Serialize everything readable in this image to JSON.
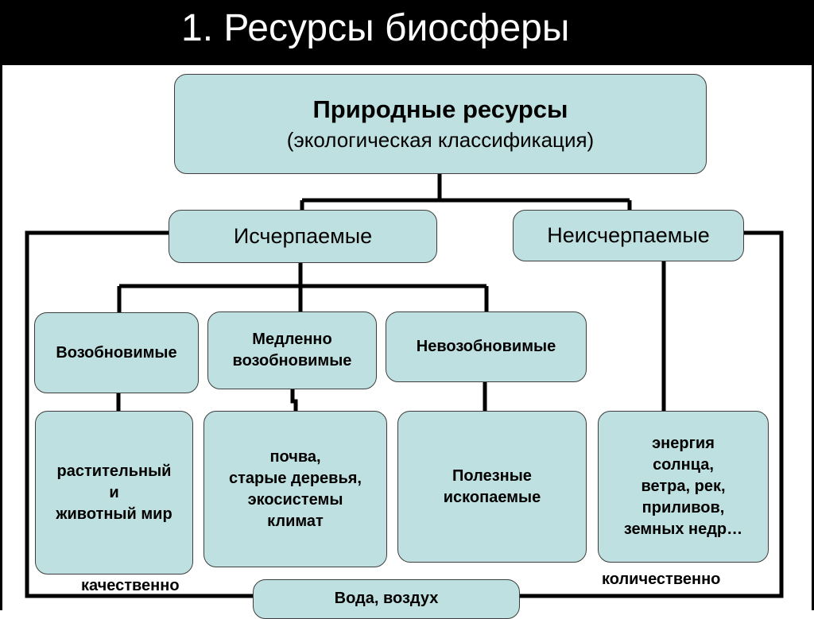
{
  "slide_title": "1. Ресурсы биосферы",
  "root": {
    "title": "Природные ресурсы",
    "subtitle": "(экологическая классификация)"
  },
  "level1": {
    "exhaustible": "Исчерпаемые",
    "inexhaustible": "Неисчерпаемые"
  },
  "level2": {
    "renewable": "Возобновимые",
    "slowly_renewable": [
      "Медленно",
      "возобновимые"
    ],
    "nonrenewable": "Невозобновимые"
  },
  "examples": {
    "renewable": [
      "растительный",
      "и",
      "животный мир"
    ],
    "slowly_renewable": [
      "почва,",
      "старые деревья,",
      "экосистемы",
      "климат"
    ],
    "nonrenewable": [
      "Полезные",
      "ископаемые"
    ],
    "inexhaustible": [
      "энергия",
      "солнца,",
      "ветра,  рек,",
      "приливов,",
      "земных недр…"
    ]
  },
  "labels": {
    "qualitative": "качественно",
    "quantitative": "количественно",
    "water_air": "Вода, воздух"
  }
}
